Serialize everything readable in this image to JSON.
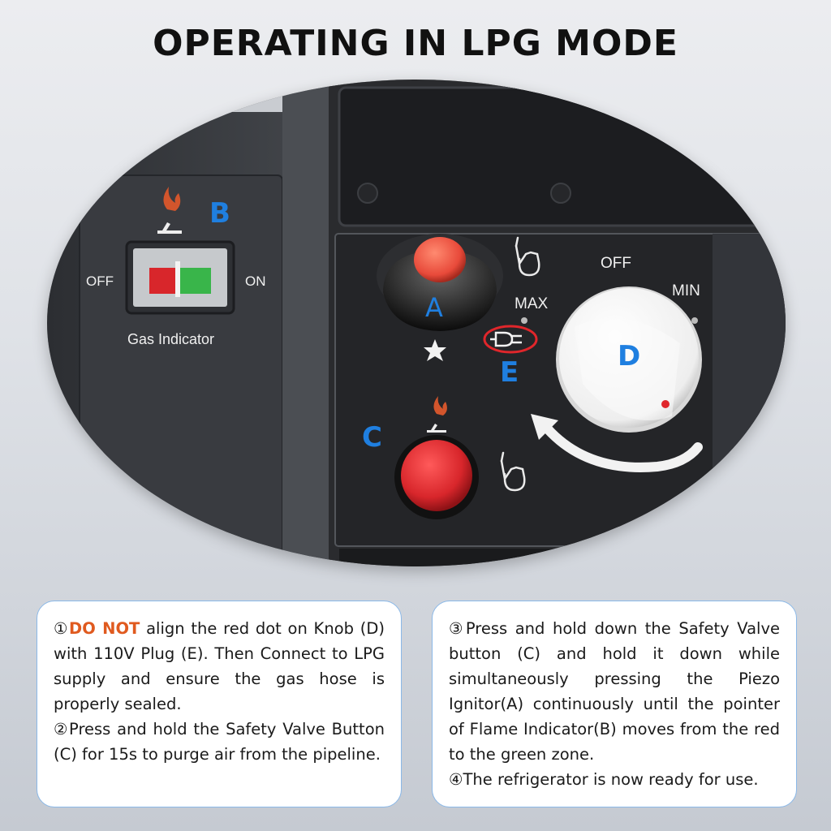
{
  "title": "OPERATING IN LPG MODE",
  "labels": {
    "a": "A",
    "b": "B",
    "c": "C",
    "d": "D",
    "e": "E",
    "off_left": "OFF",
    "on": "ON",
    "gas_indicator": "Gas  Indicator",
    "off_knob": "OFF",
    "max": "MAX",
    "min": "MIN"
  },
  "colors": {
    "label_blue": "#1f7fe0",
    "button_red": "#d8262b",
    "ignitor_red": "#e84a3a",
    "indicator_green": "#39b54a",
    "warning_orange": "#e05a1f",
    "card_border": "#8ab8e8"
  },
  "icons": [
    "flame-indicator-icon",
    "finger-press-icon",
    "spark-icon",
    "plug-icon",
    "rotation-arrow-icon"
  ],
  "steps_left": {
    "s1_num": "①",
    "s1_warn": "DO NOT",
    "s1_text": " align the red dot on Knob (D) with 110V Plug (E). Then Connect to LPG supply and ensure the gas hose is properly sealed.",
    "s2": "②Press and hold the Safety Valve Button (C) for 15s to purge air from the pipeline."
  },
  "steps_right": {
    "s3": "③Press and hold down the Safety Valve button (C) and hold it down while simultaneously pressing the Piezo Ignitor(A) continuously until the pointer of Flame Indicator(B) moves from the red to the green zone.",
    "s4": "④The refrigerator is now ready for use."
  }
}
